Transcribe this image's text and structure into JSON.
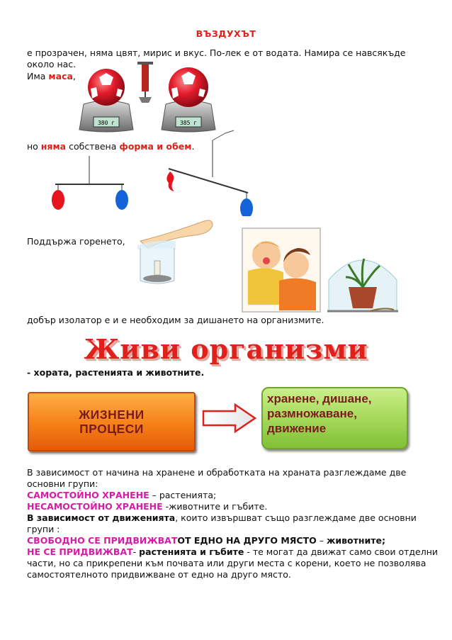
{
  "title": "ВЪЗДУХЪТ",
  "para1_line1": "е прозрачен, няма цвят, мирис и вкус. По-лек е от водата. Намира се навсякъде",
  "para1_line2": "около нас.",
  "mass_prefix": "Има ",
  "mass_word": "маса",
  "mass_suffix": ",",
  "scale1_reading": "380 г",
  "scale2_reading": "385 г",
  "shape_prefix": " но ",
  "shape_word1": "няма",
  "shape_mid": " собствена ",
  "shape_word2": "форма и обем",
  "shape_suffix": ".",
  "burning_text": "Поддържа горенето,",
  "insulator_text": "добър изолатор е и е необходим за дишането на организмите.",
  "living_title": "Живи организми",
  "living_subtitle": "- хората, растенията и животните.",
  "process_box": {
    "line1": "ЖИЗНЕНИ",
    "line2": "ПРОЦЕСИ"
  },
  "process_result": {
    "line1": "хранене, дишане,",
    "line2": "размножаване,",
    "line3": "движение"
  },
  "nutrition": {
    "l1": "В зависимост от начина на хранене и обработката на храната разглеждаме две",
    "l2": "основни групи:",
    "auto_term": "САМОСТОЙНО ХРАНЕНЕ",
    "auto_rest": " – растенията;",
    "hetero_term": "НЕСАМОСТОЙНО ХРАНЕНЕ",
    "hetero_rest": " -животните и гъбите."
  },
  "movement": {
    "l1_bold": "В зависимост от движенията",
    "l1_rest": ", които извършват също разглеждаме две основни",
    "l2": "групи :",
    "free_term": "СВОБОДНО СЕ ПРИДВИЖВАТ",
    "free_mid": "ОТ ЕДНО НА ДРУГО МЯСТО",
    "free_dash": " – ",
    "free_rest": "животните;",
    "fixed_term": "НЕ СЕ ПРИДВИЖВАТ",
    "fixed_dash": "- ",
    "fixed_bold": "растенията и гъбите",
    "fixed_rest": " - те могат да движат само свои отделни",
    "l5": "части, но са прикрепени към почвата или други места с корени, което не позволява",
    "l6": "самостоятелното придвижване от едно на друго място."
  },
  "colors": {
    "red": "#e0201a",
    "magenta": "#d81aa6",
    "orange": "#f57f16",
    "green": "#a6d95a"
  }
}
